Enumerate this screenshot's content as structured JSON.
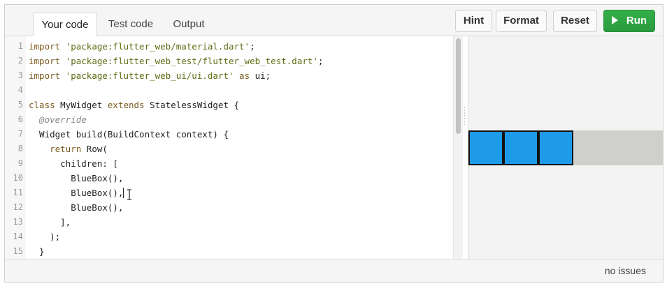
{
  "tabs": [
    {
      "label": "Your code",
      "active": true
    },
    {
      "label": "Test code",
      "active": false
    },
    {
      "label": "Output",
      "active": false
    }
  ],
  "toolbar": {
    "hint_label": "Hint",
    "format_label": "Format",
    "reset_label": "Reset",
    "run_label": "Run"
  },
  "editor": {
    "line_numbers": [
      "1",
      "2",
      "3",
      "4",
      "5",
      "6",
      "7",
      "8",
      "9",
      "10",
      "11",
      "12",
      "13",
      "14",
      "15"
    ],
    "lines": [
      [
        {
          "t": "import ",
          "c": "kw"
        },
        {
          "t": "'package:flutter_web/material.dart'",
          "c": "str"
        },
        {
          "t": ";",
          "c": ""
        }
      ],
      [
        {
          "t": "import ",
          "c": "kw"
        },
        {
          "t": "'package:flutter_web_test/flutter_web_test.dart'",
          "c": "str"
        },
        {
          "t": ";",
          "c": ""
        }
      ],
      [
        {
          "t": "import ",
          "c": "kw"
        },
        {
          "t": "'package:flutter_web_ui/ui.dart'",
          "c": "str"
        },
        {
          "t": " as ",
          "c": "kw"
        },
        {
          "t": "ui;",
          "c": ""
        }
      ],
      [],
      [
        {
          "t": "class ",
          "c": "kw"
        },
        {
          "t": "MyWidget ",
          "c": ""
        },
        {
          "t": "extends ",
          "c": "kw"
        },
        {
          "t": "StatelessWidget {",
          "c": ""
        }
      ],
      [
        {
          "t": "  @override",
          "c": "cm"
        }
      ],
      [
        {
          "t": "  Widget build(BuildContext context) {",
          "c": ""
        }
      ],
      [
        {
          "t": "    ",
          "c": ""
        },
        {
          "t": "return ",
          "c": "kw"
        },
        {
          "t": "Row(",
          "c": ""
        }
      ],
      [
        {
          "t": "      children: [",
          "c": ""
        }
      ],
      [
        {
          "t": "        BlueBox(),",
          "c": ""
        }
      ],
      [
        {
          "t": "        BlueBox(),",
          "c": ""
        }
      ],
      [
        {
          "t": "        BlueBox(),",
          "c": ""
        }
      ],
      [
        {
          "t": "      ],",
          "c": ""
        }
      ],
      [
        {
          "t": "    );",
          "c": ""
        }
      ],
      [
        {
          "t": "  }",
          "c": ""
        }
      ]
    ],
    "cursor_line": 11
  },
  "output": {
    "row_background": "#cfcfcc",
    "box_color": "#1e9be8",
    "box_count": 3
  },
  "status": {
    "text": "no issues"
  },
  "colors": {
    "run_green": "#2ea043",
    "keyword": "#7b5a1e",
    "string": "#5f6b12"
  }
}
